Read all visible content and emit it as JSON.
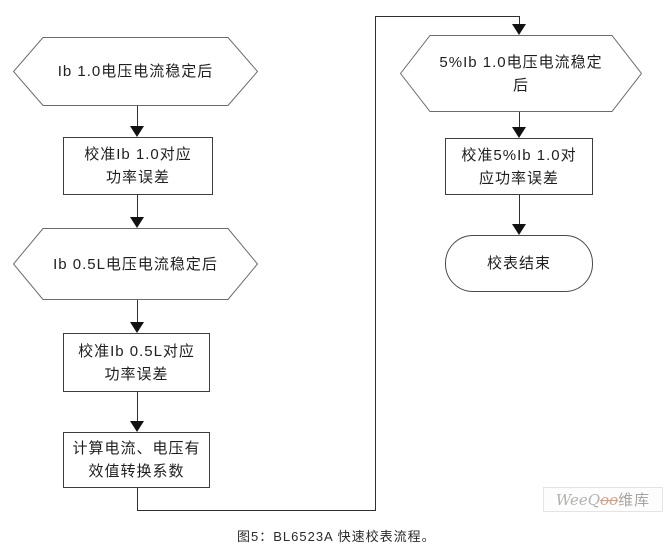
{
  "colors": {
    "background": "#ffffff",
    "hexagon_border": "#6b6b6b",
    "rect_border": "#3d3d3d",
    "connector_line": "#2f2f2f",
    "arrowhead": "#111111",
    "node_text": "#1f1f1f",
    "caption_text": "#2b2b2b",
    "watermark_gray": "#b3b1ae",
    "watermark_orange": "#d3a184",
    "watermark_border": "#e4e4e4"
  },
  "nodes": {
    "hex_ib10": {
      "type": "preparation",
      "lines": [
        "Ib 1.0电压电流稳定后"
      ]
    },
    "rect_ib10": {
      "type": "process",
      "lines": [
        "校准Ib 1.0对应",
        "功率误差"
      ]
    },
    "hex_ib05l": {
      "type": "preparation",
      "lines": [
        "Ib 0.5L电压电流稳定后"
      ]
    },
    "rect_ib05l": {
      "type": "process",
      "lines": [
        "校准Ib 0.5L对应",
        "功率误差"
      ]
    },
    "rect_rms": {
      "type": "process",
      "lines": [
        "计算电流、电压有",
        "效值转换系数"
      ]
    },
    "hex_5ib10": {
      "type": "preparation",
      "lines": [
        "5%Ib 1.0电压电流稳定",
        "后"
      ]
    },
    "rect_5ib10": {
      "type": "process",
      "lines": [
        "校准5%Ib 1.0对",
        "应功率误差"
      ]
    },
    "term_end": {
      "type": "terminator",
      "lines": [
        "校表结束"
      ]
    }
  },
  "caption": "图5：BL6523A 快速校表流程。",
  "watermark": {
    "part1": "WeeQ",
    "part2": "oo",
    "part3": "维库"
  }
}
